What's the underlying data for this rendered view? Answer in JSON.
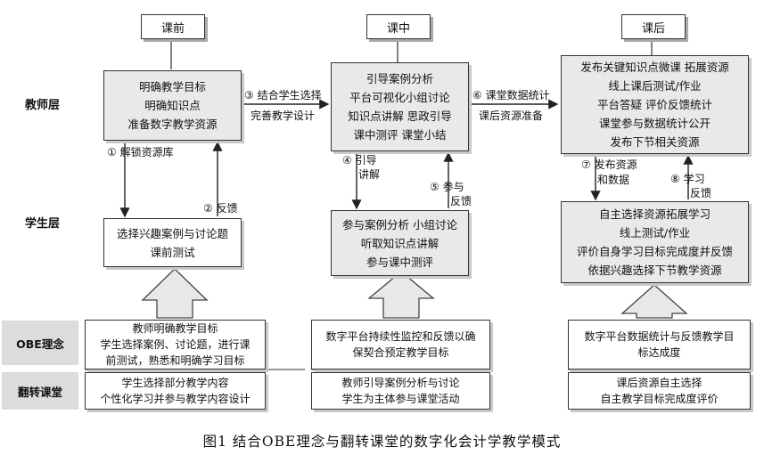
{
  "phases": {
    "before": "课前",
    "during": "课中",
    "after": "课后"
  },
  "layers": {
    "teacher": "教师层",
    "student": "学生层",
    "obe": "OBE理念",
    "flipped": "翻转课堂"
  },
  "boxes": {
    "teacher_before": [
      "明确教学目标",
      "明确知识点",
      "准备数字教学资源"
    ],
    "teacher_during": [
      "引导案例分析",
      "平台可视化小组讨论",
      "知识点讲解  思政引导",
      "课中测评  课堂小结"
    ],
    "teacher_after": [
      "发布关键知识点微课  拓展资源",
      "线上课后测试/作业",
      "平台答疑  评价反馈统计",
      "课堂参与数据统计公开",
      "发布下节相关资源"
    ],
    "student_before": [
      "选择兴趣案例与讨论题",
      "课前测试"
    ],
    "student_during": [
      "参与案例分析  小组讨论",
      "听取知识点讲解",
      "参与课中测评"
    ],
    "student_after": [
      "自主选择资源拓展学习",
      "线上测试/作业",
      "评价自身学习目标完成度并反馈",
      "依据兴趣选择下节教学资源"
    ]
  },
  "obe": {
    "before": [
      "教师明确教学目标",
      "学生选择案例、讨论题，进行课",
      "前测试，熟悉和明确学习目标"
    ],
    "during": [
      "数字平台持续性监控和反馈以确",
      "保契合预定教学目标"
    ],
    "after": [
      "数字平台数据统计与反馈教学目",
      "标达成度"
    ]
  },
  "flipped": {
    "before": [
      "学生选择部分教学内容",
      "个性化学习并参与教学内容设计"
    ],
    "during": [
      "教师引导案例分析与讨论",
      "学生为主体参与课堂活动"
    ],
    "after": [
      "课后资源自主选择",
      "自主教学目标完成度评价"
    ]
  },
  "arrows": {
    "a1": "① 解锁资源库",
    "a2": "② 反馈",
    "a3_1": "③ 结合学生选择",
    "a3_2": "完善教学设计",
    "a4_1": "④ 引导",
    "a4_2": "讲解",
    "a5_1": "⑤ 参与",
    "a5_2": "反馈",
    "a6_1": "⑥ 课堂数据统计",
    "a6_2": "课后资源准备",
    "a7_1": "⑦ 发布资源",
    "a7_2": "和数据",
    "a8_1": "⑧ 学习",
    "a8_2": "反馈"
  },
  "caption": "图1   结合OBE理念与翻转课堂的数字化会计学教学模式"
}
